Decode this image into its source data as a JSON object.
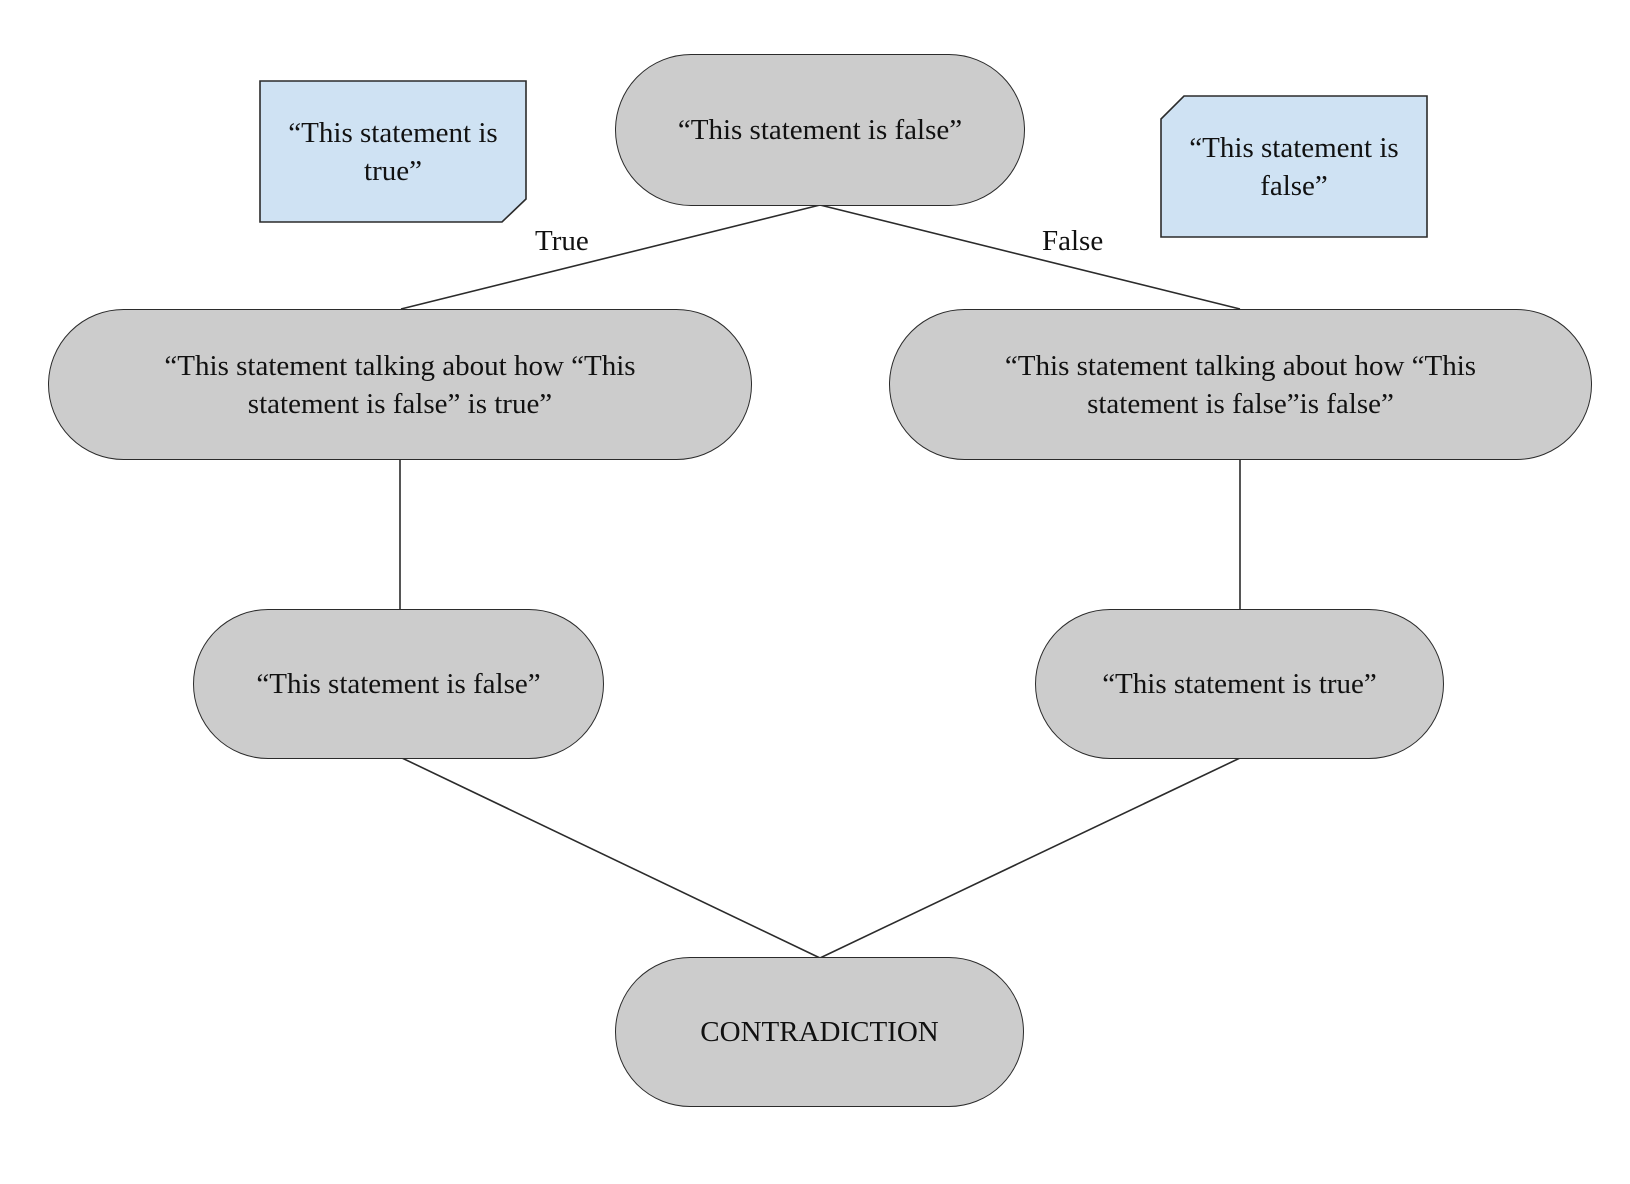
{
  "diagram": {
    "nodes": {
      "root": {
        "text": "“This statement is false”"
      },
      "left_mid": {
        "text": "“This statement talking about how “This statement is false” is true”"
      },
      "right_mid": {
        "text": "“This statement talking about how “This statement is false”is false”"
      },
      "left_low": {
        "text": "“This statement is false”"
      },
      "right_low": {
        "text": "“This statement is true”"
      },
      "bottom": {
        "text": "CONTRADICTION"
      }
    },
    "notes": {
      "left": {
        "text": "“This statement is true”"
      },
      "right": {
        "text": "“This statement is false”"
      }
    },
    "edges": [
      {
        "from": "root",
        "to": "left_mid",
        "label": "True"
      },
      {
        "from": "root",
        "to": "right_mid",
        "label": "False"
      },
      {
        "from": "left_mid",
        "to": "left_low"
      },
      {
        "from": "right_mid",
        "to": "right_low"
      },
      {
        "from": "left_low",
        "to": "bottom"
      },
      {
        "from": "right_low",
        "to": "bottom"
      }
    ],
    "colors": {
      "node_fill": "#cccccc",
      "note_fill": "#cfe2f3",
      "stroke": "#2b2b2b"
    }
  }
}
